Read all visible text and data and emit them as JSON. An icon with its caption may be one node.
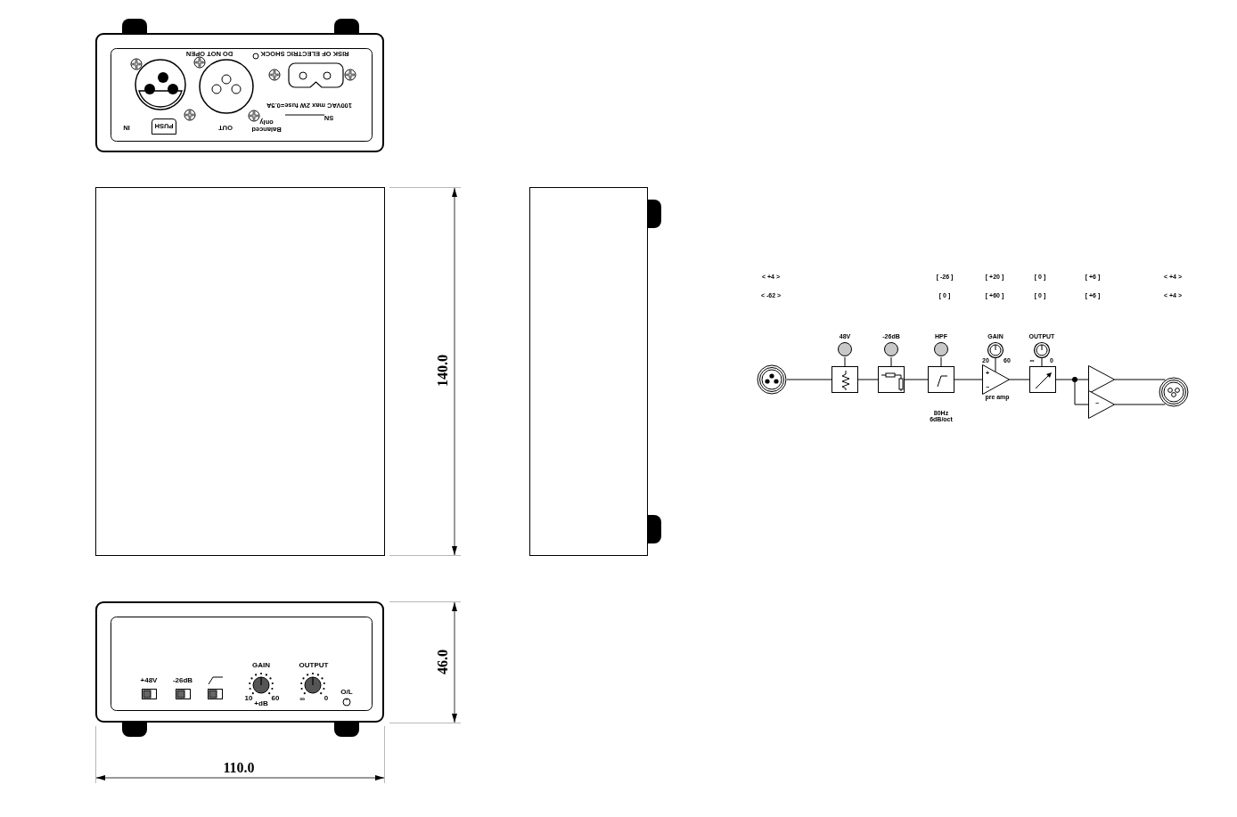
{
  "diagram": {
    "nodes": [
      {
        "text": [
          "RISK OF ELECTRIC SHOCK",
          "DO NOT OPEN",
          "100VAC max 2W fuse=0.5A",
          "SN",
          "Balanced only",
          "OUT",
          "IN"
        ]
      },
      {
        "text": [
          "PUSH"
        ],
        "in": 0
      },
      {
        "text": [],
        "shape": "box"
      },
      {
        "text": [],
        "shape": "box"
      },
      {
        "text": [
          "+48V",
          "-26dB",
          "GAIN",
          "OUTPUT",
          "10",
          "+dB",
          "60",
          "∞",
          "0",
          "O/L"
        ]
      },
      {
        "text": [],
        "shape": "picture"
      },
      {
        "text": [
          "48V"
        ]
      },
      {
        "text": [
          "-26dB"
        ]
      },
      {
        "text": [
          "HPF"
        ]
      },
      {
        "text": [
          "GAIN"
        ],
        "beside": [
          "20",
          "60"
        ]
      },
      {
        "text": [
          "OUTPUT"
        ],
        "beside": [
          "∞",
          "0"
        ]
      },
      {
        "text": [],
        "shape": "box"
      },
      {
        "text": [],
        "shape": "box"
      },
      {
        "text": [],
        "shape": "box",
        "beside": [
          "80Hz 6dB/oct"
        ]
      },
      {
        "text": [],
        "shape": "triangle",
        "beside": [
          "pre amp"
        ]
      },
      {
        "text": [],
        "shape": "box"
      },
      {
        "text": [],
        "shape": "circle"
      },
      {
        "text": [],
        "shape": "triangle"
      },
      {
        "text": [],
        "shape": "triangle"
      },
      {
        "text": [],
        "shape": "picture"
      }
    ],
    "edges": [
      {
        "from": 5,
        "to": 11,
        "arrow": "none"
      },
      {
        "from": 11,
        "to": 12,
        "arrow": "none"
      },
      {
        "from": 12,
        "to": 13,
        "arrow": "none"
      },
      {
        "from": 13,
        "to": 14,
        "arrow": "none"
      },
      {
        "from": 14,
        "to": 15,
        "arrow": "none"
      },
      {
        "from": 15,
        "to": 16,
        "arrow": "none"
      },
      {
        "from": 16,
        "to": 17,
        "arrow": "none"
      },
      {
        "from": 16,
        "to": 18,
        "arrow": "none"
      },
      {
        "from": 17,
        "to": 19,
        "arrow": "none"
      },
      {
        "from": 18,
        "to": 19,
        "arrow": "none"
      },
      {
        "from": 6,
        "to": 11,
        "arrow": "none"
      },
      {
        "from": 7,
        "to": 12,
        "arrow": "none"
      },
      {
        "from": 8,
        "to": 13,
        "arrow": "none"
      },
      {
        "from": 9,
        "to": 14,
        "arrow": "none"
      },
      {
        "from": 10,
        "to": 15,
        "arrow": "none"
      }
    ],
    "labels": [
      "< +4 >",
      "[ -26 ]",
      "[ +20 ]",
      "[ 0 ]",
      "[ +6 ]",
      "< +4 >",
      "< -62 >",
      "[ 0 ]",
      "[ +60 ]",
      "[ 0 ]",
      "[ +6 ]",
      "< +4 >",
      "+",
      "−",
      "−",
      "140.0",
      "46.0",
      "110.0"
    ]
  }
}
